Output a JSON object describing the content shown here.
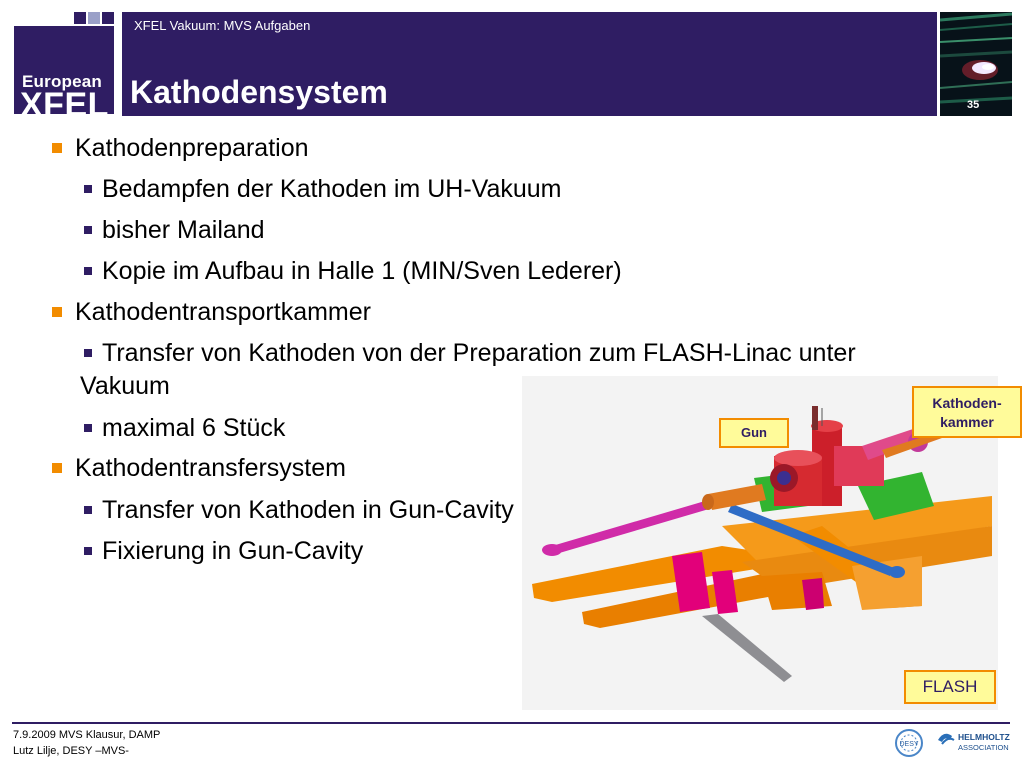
{
  "header": {
    "subtitle": "XFEL Vakuum: MVS Aufgaben",
    "title": "Kathodensystem",
    "page_number": "35"
  },
  "logo": {
    "line1": "European",
    "line2": "XFEL"
  },
  "content": [
    {
      "level": 1,
      "text": "Kathodenpreparation"
    },
    {
      "level": 2,
      "text": "Bedampfen der Kathoden im UH-Vakuum"
    },
    {
      "level": 2,
      "text": "bisher Mailand"
    },
    {
      "level": 2,
      "text": "Kopie im Aufbau in Halle 1 (MIN/Sven Lederer)"
    },
    {
      "level": 1,
      "text": "Kathodentransportkammer"
    },
    {
      "level": 2,
      "text": "Transfer von Kathoden von der Preparation zum FLASH-Linac unter",
      "cont": "Vakuum"
    },
    {
      "level": 2,
      "text": "maximal 6 Stück"
    },
    {
      "level": 1,
      "text": "Kathodentransfersystem"
    },
    {
      "level": 2,
      "text": "Transfer von Kathoden in Gun-Cavity"
    },
    {
      "level": 2,
      "text": "Fixierung in Gun-Cavity"
    }
  ],
  "image_labels": {
    "gun": "Gun",
    "kathodenkammer_1": "Kathoden-",
    "kathodenkammer_2": "kammer",
    "flash": "FLASH"
  },
  "footer": {
    "line1": "7.9.2009 MVS Klausur, DAMP",
    "line2": "Lutz Lilje, DESY –MVS-",
    "helmholtz_1": "HELMHOLTZ",
    "helmholtz_2": "ASSOCIATION",
    "desy": "DESY"
  },
  "colors": {
    "brand_purple": "#2f1d63",
    "accent_orange": "#f28c00",
    "callout_fill": "#fffb9a"
  }
}
